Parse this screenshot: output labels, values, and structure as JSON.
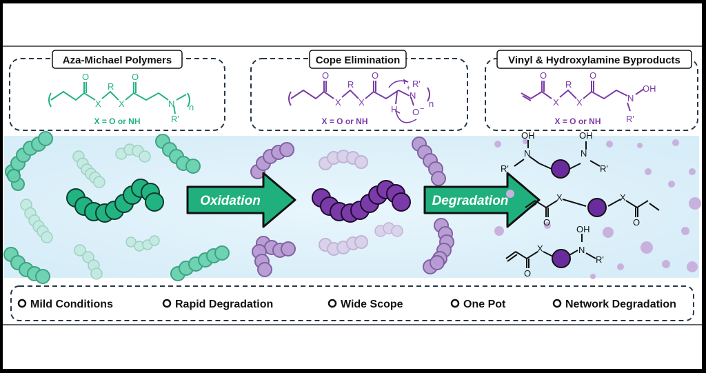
{
  "panels": [
    {
      "title": "Aza-Michael Polymers",
      "x_label": "X = O or NH",
      "color": "#22b383"
    },
    {
      "title": "Cope Elimination",
      "x_label": "X = O or NH",
      "color": "#7a3aa8"
    },
    {
      "title": "Vinyl & Hydroxylamine Byproducts",
      "x_label": "X = O or NH",
      "color": "#7a3aa8"
    }
  ],
  "chem_labels": {
    "O": "O",
    "X": "X",
    "R": "R",
    "N": "N",
    "n": "n",
    "R_prime": "R'",
    "H": "H",
    "OH": "OH",
    "O_minus": "O",
    "plus": "+",
    "minus": "−"
  },
  "arrows": [
    {
      "label": "Oxidation",
      "color": "#20b07e"
    },
    {
      "label": "Degradation",
      "color": "#20b07e"
    }
  ],
  "features": [
    "Mild Conditions",
    "Rapid Degradation",
    "Wide Scope",
    "One Pot",
    "Network Degradation"
  ],
  "colors": {
    "green": "#22b383",
    "green_dark": "#0c8a5e",
    "purple": "#7a3aa8",
    "purple_dark": "#3d1560",
    "purple_light": "#c9b1dd",
    "bg_glow": "#e3f3fb"
  }
}
